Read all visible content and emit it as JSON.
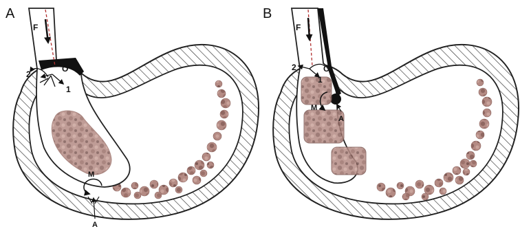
{
  "panels": [
    {
      "letter": "A",
      "labels": {
        "force": "F",
        "pivot": "O",
        "dir1": "1",
        "dir2": "2",
        "moment": "M",
        "anchor": "A"
      }
    },
    {
      "letter": "B",
      "labels": {
        "force": "F",
        "pivot": "O",
        "dir1": "1",
        "dir2": "2",
        "moment": "M",
        "anchor": "A"
      }
    }
  ],
  "colors": {
    "wall_outline": "#222222",
    "hatch": "#333333",
    "stone_fill": "#b89089",
    "stone_dark": "#8d6560",
    "instrument": "#111111",
    "force_axis": "#b23030"
  }
}
